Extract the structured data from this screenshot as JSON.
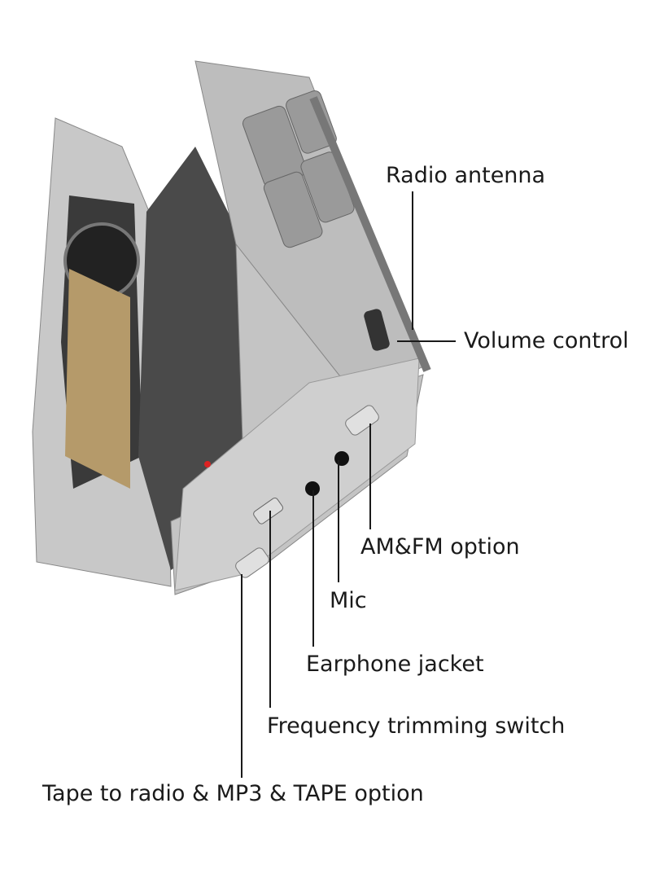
{
  "labels": {
    "radio_antenna": "Radio antenna",
    "volume_control": "Volume control",
    "am_fm_option": "AM&FM option",
    "mic": "Mic",
    "earphone_jacket": "Earphone jacket",
    "frequency_trimming_switch": "Frequency trimming switch",
    "tape_option": "Tape to radio & MP3 & TAPE option"
  },
  "colors": {
    "text": "#1a1a1a",
    "device_body": "#b9b9b9",
    "device_shadow": "#5a5a5a"
  }
}
